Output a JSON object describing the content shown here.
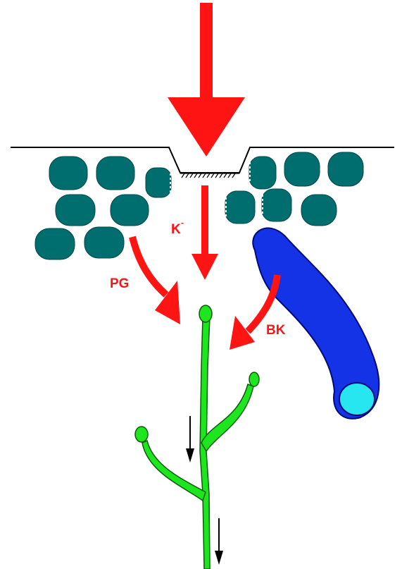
{
  "labels": {
    "potassium": "K",
    "potassium_charge": "-",
    "prostaglandin": "PG",
    "bradykinin": "BK"
  },
  "colors": {
    "stimulus": "#ff1414",
    "cell": "#006e6e",
    "vessel": "#1432e6",
    "vessel_lumen": "#28e6f0",
    "nerve": "#1ee61e",
    "skin": "#000000",
    "signal": "#000000"
  }
}
